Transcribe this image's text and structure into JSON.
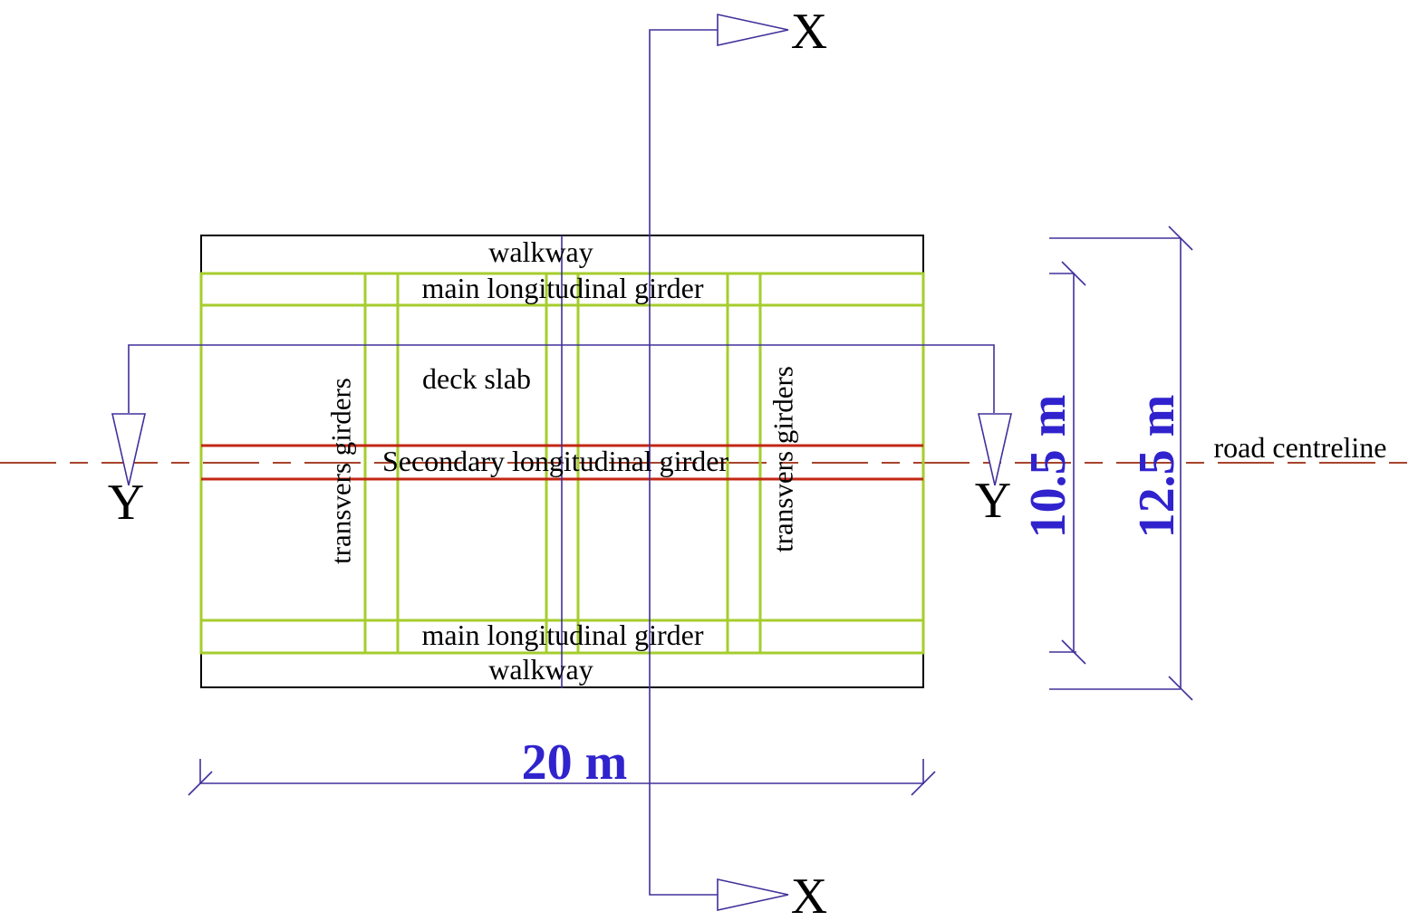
{
  "labels": {
    "walkway_top": "walkway",
    "main_girder_top": "main longitudinal girder",
    "deck_slab": "deck slab",
    "secondary_girder": "Secondary longitudinal girder",
    "transverse_left": "transvers girders",
    "transverse_right": "transvers girders",
    "main_girder_bottom": "main longitudinal girder",
    "walkway_bottom": "walkway",
    "road_centreline": "road centreline"
  },
  "axes": {
    "x_top": "X",
    "x_bottom": "X",
    "y_left": "Y",
    "y_right": "Y"
  },
  "dimensions": {
    "deck_length": "20 m",
    "girder_width": "10.5 m",
    "total_width": "12.5 m"
  },
  "colors": {
    "girder_green": "#a6cd2e",
    "secondary_red": "#c32714",
    "centreline_red": "#a8432b",
    "axis_blue": "#41309b",
    "dim_text_blue": "#3023cd",
    "outline_black": "#000000"
  }
}
